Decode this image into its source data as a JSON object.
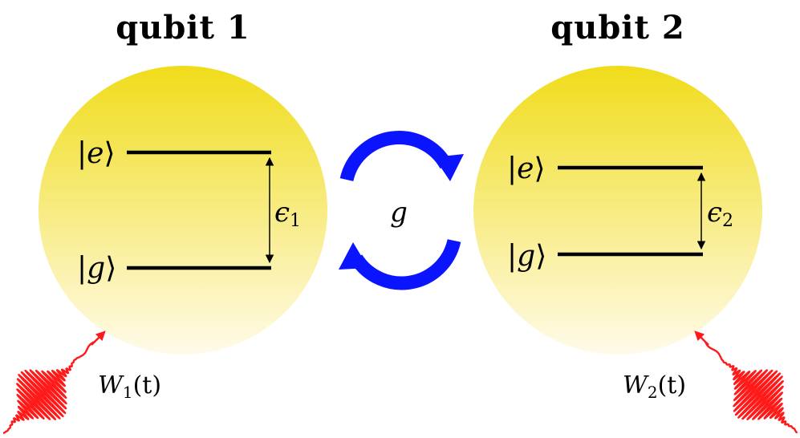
{
  "colors": {
    "sphere_top": "#f0dc1a",
    "sphere_bottom": "#fffbea",
    "coupling_arrows": "#0a14ff",
    "pulse": "#ff1a1a",
    "levels": "#000000"
  },
  "qubits": [
    {
      "title": "qubit 1",
      "excited_label": "e",
      "ground_label": "g",
      "energy_symbol": "ϵ",
      "energy_index": "1",
      "drive_symbol": "W",
      "drive_index": "1",
      "drive_arg": "(t)"
    },
    {
      "title": "qubit 2",
      "excited_label": "e",
      "ground_label": "g",
      "energy_symbol": "ϵ",
      "energy_index": "2",
      "drive_symbol": "W",
      "drive_index": "2",
      "drive_arg": "(t)"
    }
  ],
  "coupling": {
    "label": "g",
    "arrow_icon": "circular-exchange-arrows-icon"
  }
}
